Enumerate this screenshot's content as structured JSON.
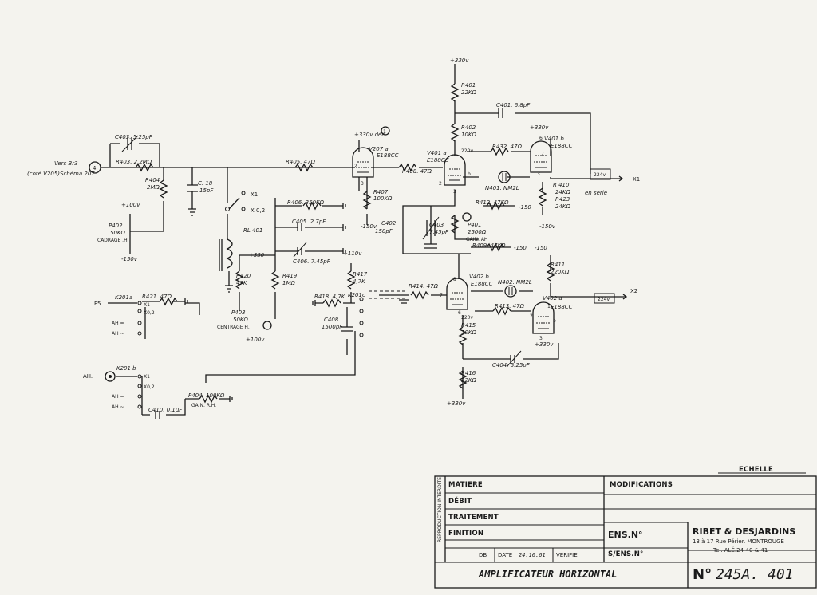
{
  "schematic": {
    "nets": {
      "ht_top": "+330v",
      "ht_bottom": "+330v",
      "ht_v401b": "+330v",
      "ht_v402a": "+330v",
      "ht_v207a": "+330v déc.",
      "ht_v207a_num": "1",
      "ht_rl401": "+330",
      "minus150_v207": "-150v",
      "minus150_r410": "-150v",
      "minus150_r412": "-150",
      "minus150_r408": "-150",
      "minus150_alt": "-150",
      "plus100_p402": "+100v",
      "minus150_p402": "-150v",
      "plus100_p403": "+100v",
      "plus110_r417": "+110v"
    },
    "input": {
      "label_line1": "Vers Br3",
      "label_line2": "(coté V205)Schéma 207",
      "connector": "4"
    },
    "components": {
      "c403s": "C403. 5.25pF",
      "r403": "R403. 2.2MΩ",
      "r404": "R404",
      "r404_val": "2MΩ",
      "p402": "P402",
      "p402_val": "50KΩ",
      "p402_name": "CADRAGE .H.",
      "c18": "C. 18",
      "c18_val": "15pF",
      "r405": "R405. 47Ω",
      "v207a": "V207 a",
      "v207a_type": "E188CC",
      "r407": "R407",
      "r407_val": "100KΩ",
      "r408": "R408. 47Ω",
      "v401a": "V401 a",
      "v401a_type": "E188CC",
      "v401a_pin": "220v",
      "r401": "R401",
      "r401_val": "22KΩ",
      "c401": "C401. 6.8pF",
      "r402": "R402",
      "r402_val": "10KΩ",
      "r432": "R432. 47Ω",
      "v401b": "V401 b",
      "v401b_type": "E188CC",
      "v401b_pin": "224v",
      "n401": "N401. NM2L",
      "r410": "R 410",
      "r410_val": "24KΩ",
      "r423": "R423",
      "r423_val": "24KΩ",
      "en_serie": "en serie",
      "x1_out": "X1",
      "c402": "C402",
      "c402_val": "150pF",
      "c403": "C403",
      "c403_val": "7.45pF",
      "r412": "R412. 47KΩ",
      "p401": "P401",
      "p401_val": "2500Ω",
      "p401_name": "GAIN. AH",
      "r409": "R409. 47KΩ",
      "x1_sw": "X1",
      "x02_sw": "X 0,2",
      "rl401": "RL 401",
      "r406": "R406. 350KΩ",
      "c405": "C405. 2.7pF",
      "c406": "C406. 7.45pF",
      "r420": "R420",
      "r420_val": "47K",
      "r419": "R419",
      "r419_val": "1MΩ",
      "p403": "P403",
      "p403_val": "50KΩ",
      "p403_name": "CENTRAGE H.",
      "r417": "R417",
      "r417_val": "4,7K",
      "r418": "R418. 4,7K",
      "k201c": "K201c",
      "c408": "C408",
      "c408_val": "1500pF",
      "r414": "R414. 47Ω",
      "v402b": "V402 b",
      "v402b_type": "E188CC",
      "v402b_pin": "220v",
      "n402": "N402. NM2L",
      "r411": "R411",
      "r411_val": "220KΩ",
      "v402a": "V402 a",
      "v402a_type": "E188CC",
      "v402a_pin": "224v",
      "x2_out": "X2",
      "r413": "R413. 47Ω",
      "r415": "R415",
      "r415_val": "10KΩ",
      "c404": "C404. 5.25pF",
      "r416": "R416",
      "r416_val": "22KΩ",
      "f5": "F5",
      "k201a": "K201a",
      "r421": "R421. 47Ω",
      "k201a_x1": "X1",
      "k201a_x02": "X0,2",
      "ah_eq": "AH =",
      "ah_ac": "AH ~",
      "ah_in": "AH.",
      "k201b": "K201 b",
      "k201b_x1": "X1",
      "k201b_x02": "X0,2",
      "ah_eq2": "AH =",
      "ah_ac2": "AH ~",
      "p404": "P404. 100KΩ",
      "p404_name": "GAIN. R.H.",
      "c410": "C410. 0,1µF",
      "pins": {
        "p2": "2",
        "p3": "3",
        "p1": "1",
        "p6": "6",
        "p7": "7",
        "p8": "8",
        "pb": "b"
      }
    }
  },
  "title_block": {
    "echelle_label": "ECHELLE",
    "repro": "REPRODUCTION INTERDITE",
    "matiere": "MATIERE",
    "debit": "DÉBIT",
    "traitement": "TRAITEMENT",
    "finition": "FINITION",
    "modifications": "MODIFICATIONS",
    "ens_no": "ENS.N°",
    "s_ens_no": "S/ENS.N°",
    "dessine": "DB",
    "date_label": "DATE",
    "date_value": "24.10.61",
    "verifie": "VERIFIE",
    "company": "RIBET & DESJARDINS",
    "address": "13 à 17 Rue Périer. MONTROUGE",
    "tel": "Tel. ALÉ.24-40 & 41",
    "title": "AMPLIFICATEUR HORIZONTAL",
    "number_prefix": "N°",
    "number": "245A. 401"
  }
}
